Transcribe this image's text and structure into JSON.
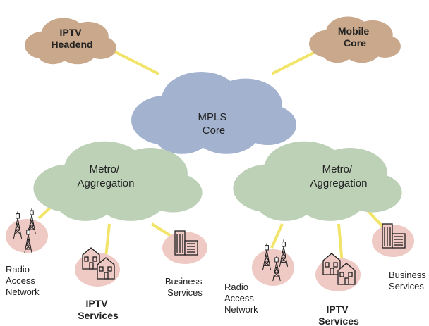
{
  "colors": {
    "core_cloud": "#a3b3cf",
    "metro_cloud": "#bdd1b7",
    "outer_cloud": "#c9a88b",
    "access_blob": "#efc9c3",
    "link": "#f2e468",
    "icon_fill": "#efc9c3",
    "icon_stroke": "#1f1f1f"
  },
  "nodes": {
    "iptv_headend": [
      "IPTV",
      "Headend"
    ],
    "mobile_core": [
      "Mobile",
      "Core"
    ],
    "mpls_core": [
      "MPLS",
      "Core"
    ],
    "metro_left": [
      "Metro/",
      "Aggregation"
    ],
    "metro_right": [
      "Metro/",
      "Aggregation"
    ]
  },
  "endpoints": {
    "left": {
      "radio_access": [
        "Radio",
        "Access",
        "Network"
      ],
      "iptv_services": [
        "IPTV",
        "Services"
      ],
      "business_services": [
        "Business",
        "Services"
      ]
    },
    "right": {
      "radio_access": [
        "Radio",
        "Access",
        "Network"
      ],
      "iptv_services": [
        "IPTV",
        "Services"
      ],
      "business_services": [
        "Business",
        "Services"
      ]
    }
  },
  "icons": {
    "radio_access": "cell-tower-icon",
    "iptv_services": "houses-icon",
    "business_services": "office-buildings-icon"
  }
}
